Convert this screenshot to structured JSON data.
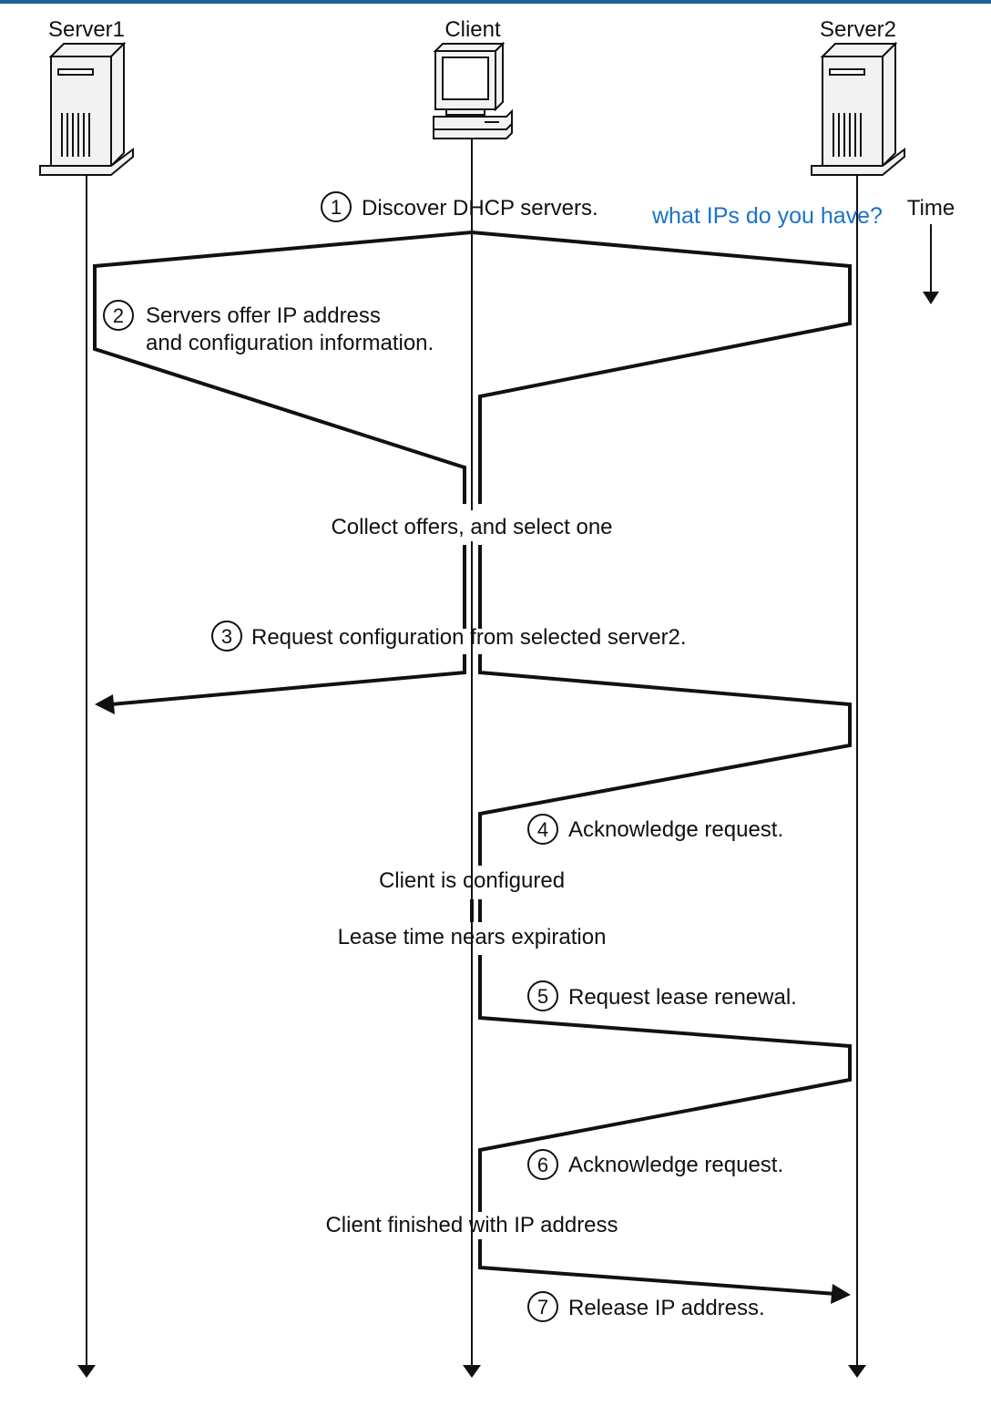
{
  "colors": {
    "top_bar": "#1f5f9f",
    "ink": "#111111",
    "annotation": "#1a73c9",
    "server_body": "#f2f2f2"
  },
  "icons": {
    "server1": "server-tower-icon",
    "client": "desktop-computer-icon",
    "server2": "server-tower-icon"
  },
  "actors": {
    "server1": "Server1",
    "client": "Client",
    "server2": "Server2"
  },
  "time_label": "Time",
  "annotation": "what IPs do you have?",
  "steps": [
    {
      "num": "1",
      "text": "Discover DHCP servers."
    },
    {
      "num": "2",
      "text": "Servers offer IP address",
      "text2": "and configuration information."
    },
    {
      "num": "3",
      "text": "Request configuration from selected server2."
    },
    {
      "num": "4",
      "text": "Acknowledge request."
    },
    {
      "num": "5",
      "text": "Request lease renewal."
    },
    {
      "num": "6",
      "text": "Acknowledge request."
    },
    {
      "num": "7",
      "text": "Release IP address."
    }
  ],
  "notes": {
    "collect": "Collect offers, and select one",
    "configured": "Client is configured",
    "lease": "Lease time nears expiration",
    "finished": "Client finished with IP address"
  }
}
